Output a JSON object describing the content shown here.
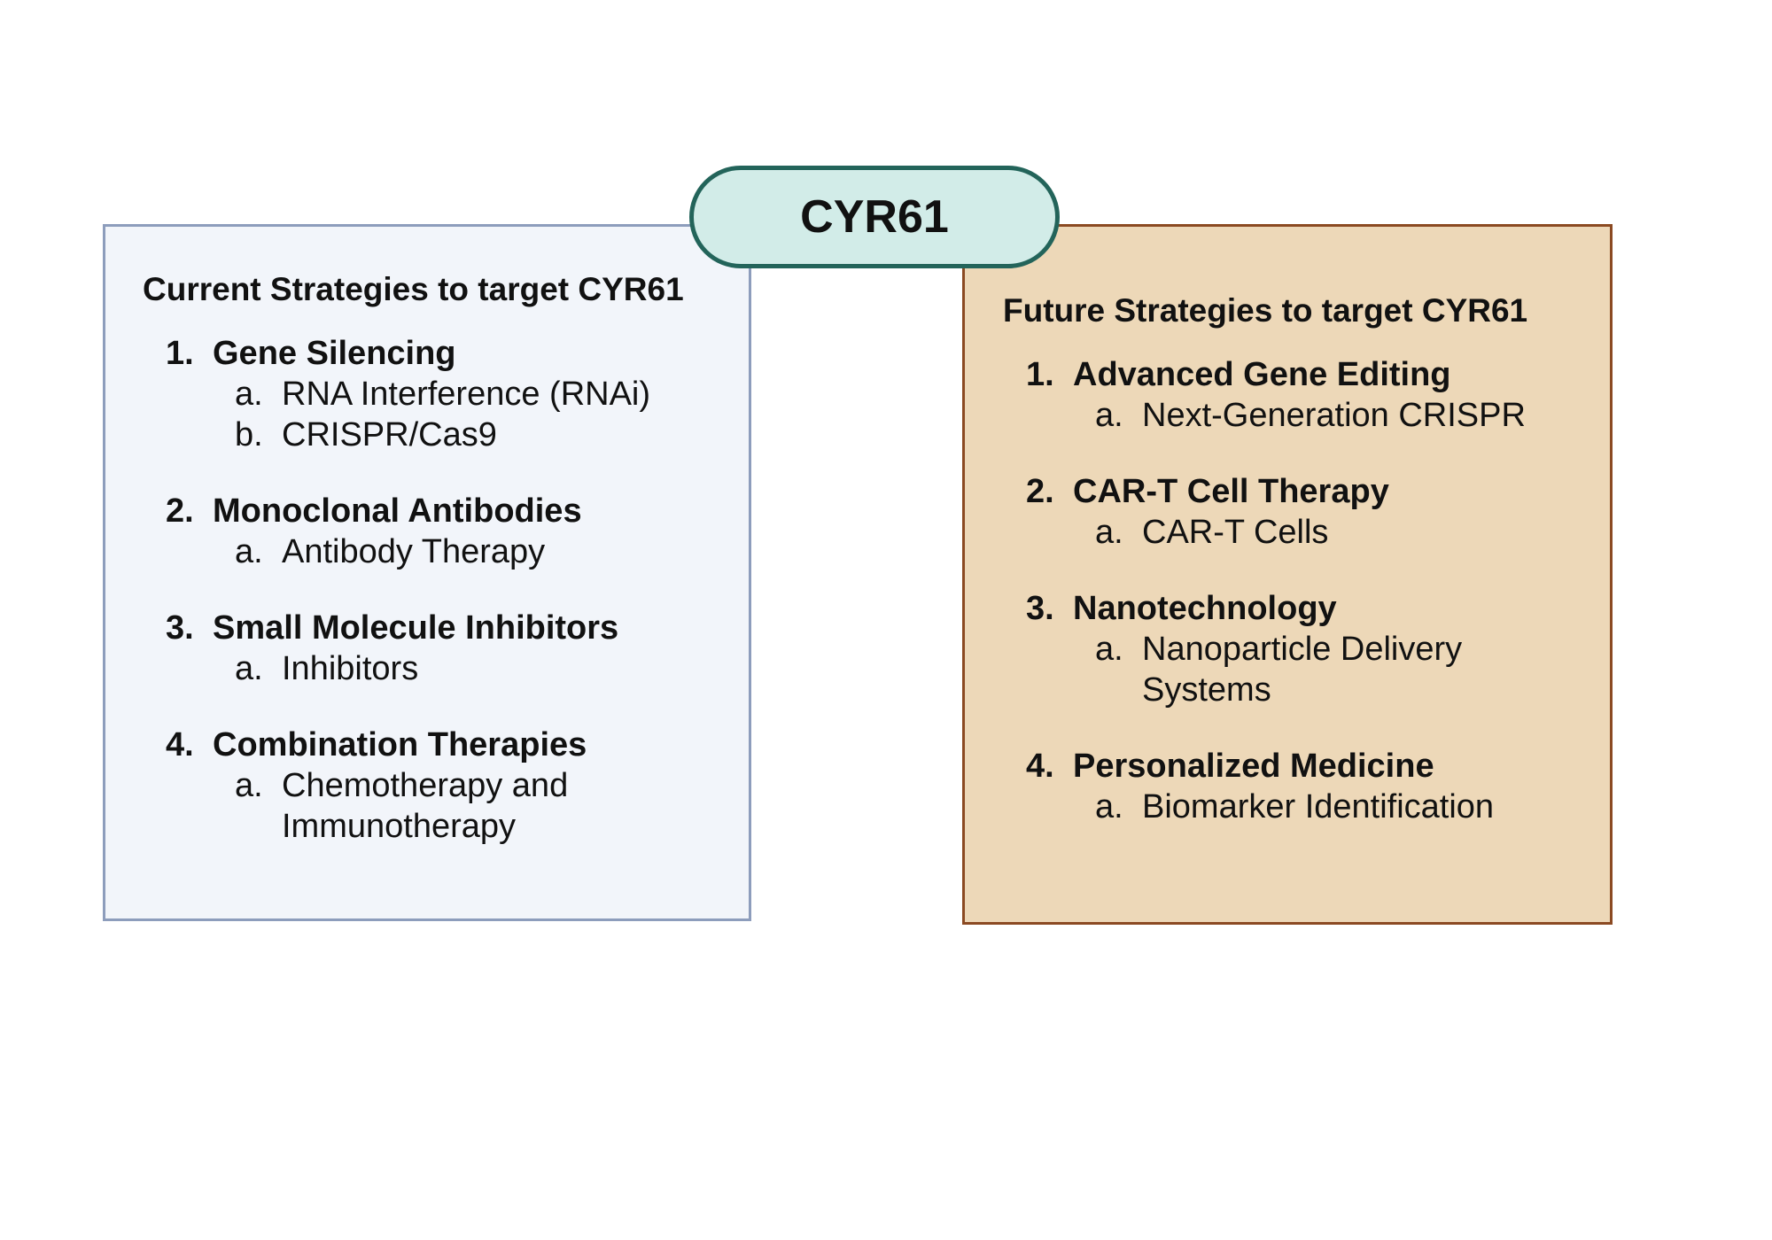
{
  "center": {
    "label": "CYR61"
  },
  "colors": {
    "current_fill": "#f2f5fa",
    "current_border": "#8d9dbc",
    "future_fill": "#edd8b8",
    "future_border": "#8b4a22",
    "pill_fill": "#d2ece8",
    "pill_border": "#23645a"
  },
  "current": {
    "title": "Current Strategies to target CYR61",
    "items": [
      {
        "num": "1.",
        "label": "Gene Silencing",
        "subs": [
          {
            "letter": "a.",
            "text": "RNA Interference (RNAi)"
          },
          {
            "letter": "b.",
            "text": "CRISPR/Cas9"
          }
        ]
      },
      {
        "num": "2.",
        "label": "Monoclonal Antibodies",
        "subs": [
          {
            "letter": "a.",
            "text": "Antibody Therapy"
          }
        ]
      },
      {
        "num": "3.",
        "label": "Small Molecule Inhibitors",
        "subs": [
          {
            "letter": "a.",
            "text": "Inhibitors"
          }
        ]
      },
      {
        "num": "4.",
        "label": "Combination Therapies",
        "subs": [
          {
            "letter": "a.",
            "text": "Chemotherapy and Immunotherapy"
          }
        ]
      }
    ]
  },
  "future": {
    "title": "Future Strategies to target CYR61",
    "items": [
      {
        "num": "1.",
        "label": "Advanced Gene Editing",
        "subs": [
          {
            "letter": "a.",
            "text": "Next-Generation CRISPR"
          }
        ]
      },
      {
        "num": "2.",
        "label": "CAR-T Cell Therapy",
        "subs": [
          {
            "letter": "a.",
            "text": "CAR-T Cells"
          }
        ]
      },
      {
        "num": "3.",
        "label": "Nanotechnology",
        "subs": [
          {
            "letter": "a.",
            "text": "Nanoparticle Delivery Systems"
          }
        ]
      },
      {
        "num": "4.",
        "label": "Personalized Medicine",
        "subs": [
          {
            "letter": "a.",
            "text": "Biomarker Identification"
          }
        ]
      }
    ]
  }
}
